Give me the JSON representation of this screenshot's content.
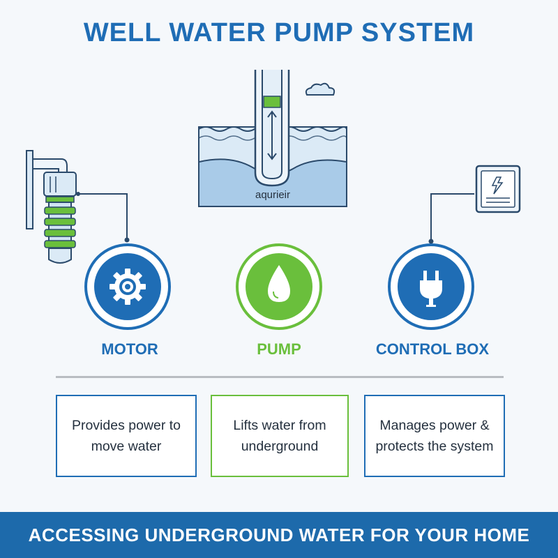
{
  "title": "WELL WATER PUMP SYSTEM",
  "aquifer_label": "aqurieir",
  "components": [
    {
      "label": "MOTOR",
      "icon": "gear-icon",
      "color": "#1f6db5"
    },
    {
      "label": "PUMP",
      "icon": "water-drop-icon",
      "color": "#6abf3c"
    },
    {
      "label": "CONTROL BOX",
      "icon": "plug-icon",
      "color": "#1f6db5"
    }
  ],
  "cards": [
    {
      "text": "Provides power to move water",
      "border": "#1f6db5"
    },
    {
      "text": "Lifts water from underground",
      "border": "#6abf3c"
    },
    {
      "text": "Manages power & protects the system",
      "border": "#1f6db5"
    }
  ],
  "footer": "ACCESSING UNDERGROUND WATER FOR YOUR HOME",
  "colors": {
    "blue": "#1f6db5",
    "green": "#6abf3c",
    "water": "#cfe3f3",
    "outline": "#2b4a6b"
  }
}
